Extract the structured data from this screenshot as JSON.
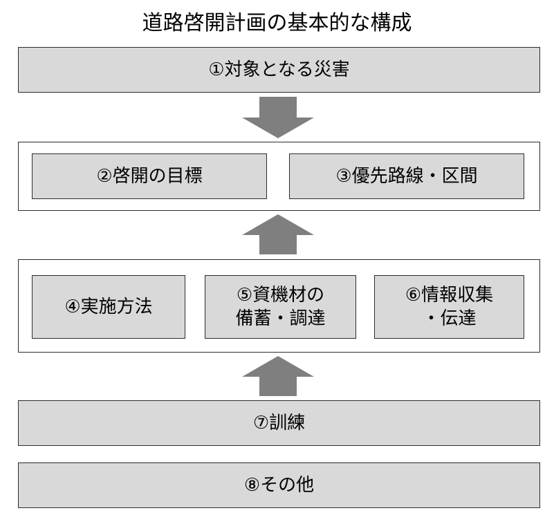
{
  "title": "道路啓開計画の基本的な構成",
  "boxes": {
    "disaster": "①対象となる災害",
    "goal": "②啓開の目標",
    "route": "③優先路線・区間",
    "method": "④実施方法",
    "materials_line1": "⑤資機材の",
    "materials_line2": "備蓄・調達",
    "info_line1": "⑥情報収集",
    "info_line2": "・伝達",
    "training": "⑦訓練",
    "other": "⑧その他"
  },
  "colors": {
    "box_fill": "#d9d9d9",
    "arrow": "#7f7f7f",
    "border": "#2b2b2b"
  }
}
